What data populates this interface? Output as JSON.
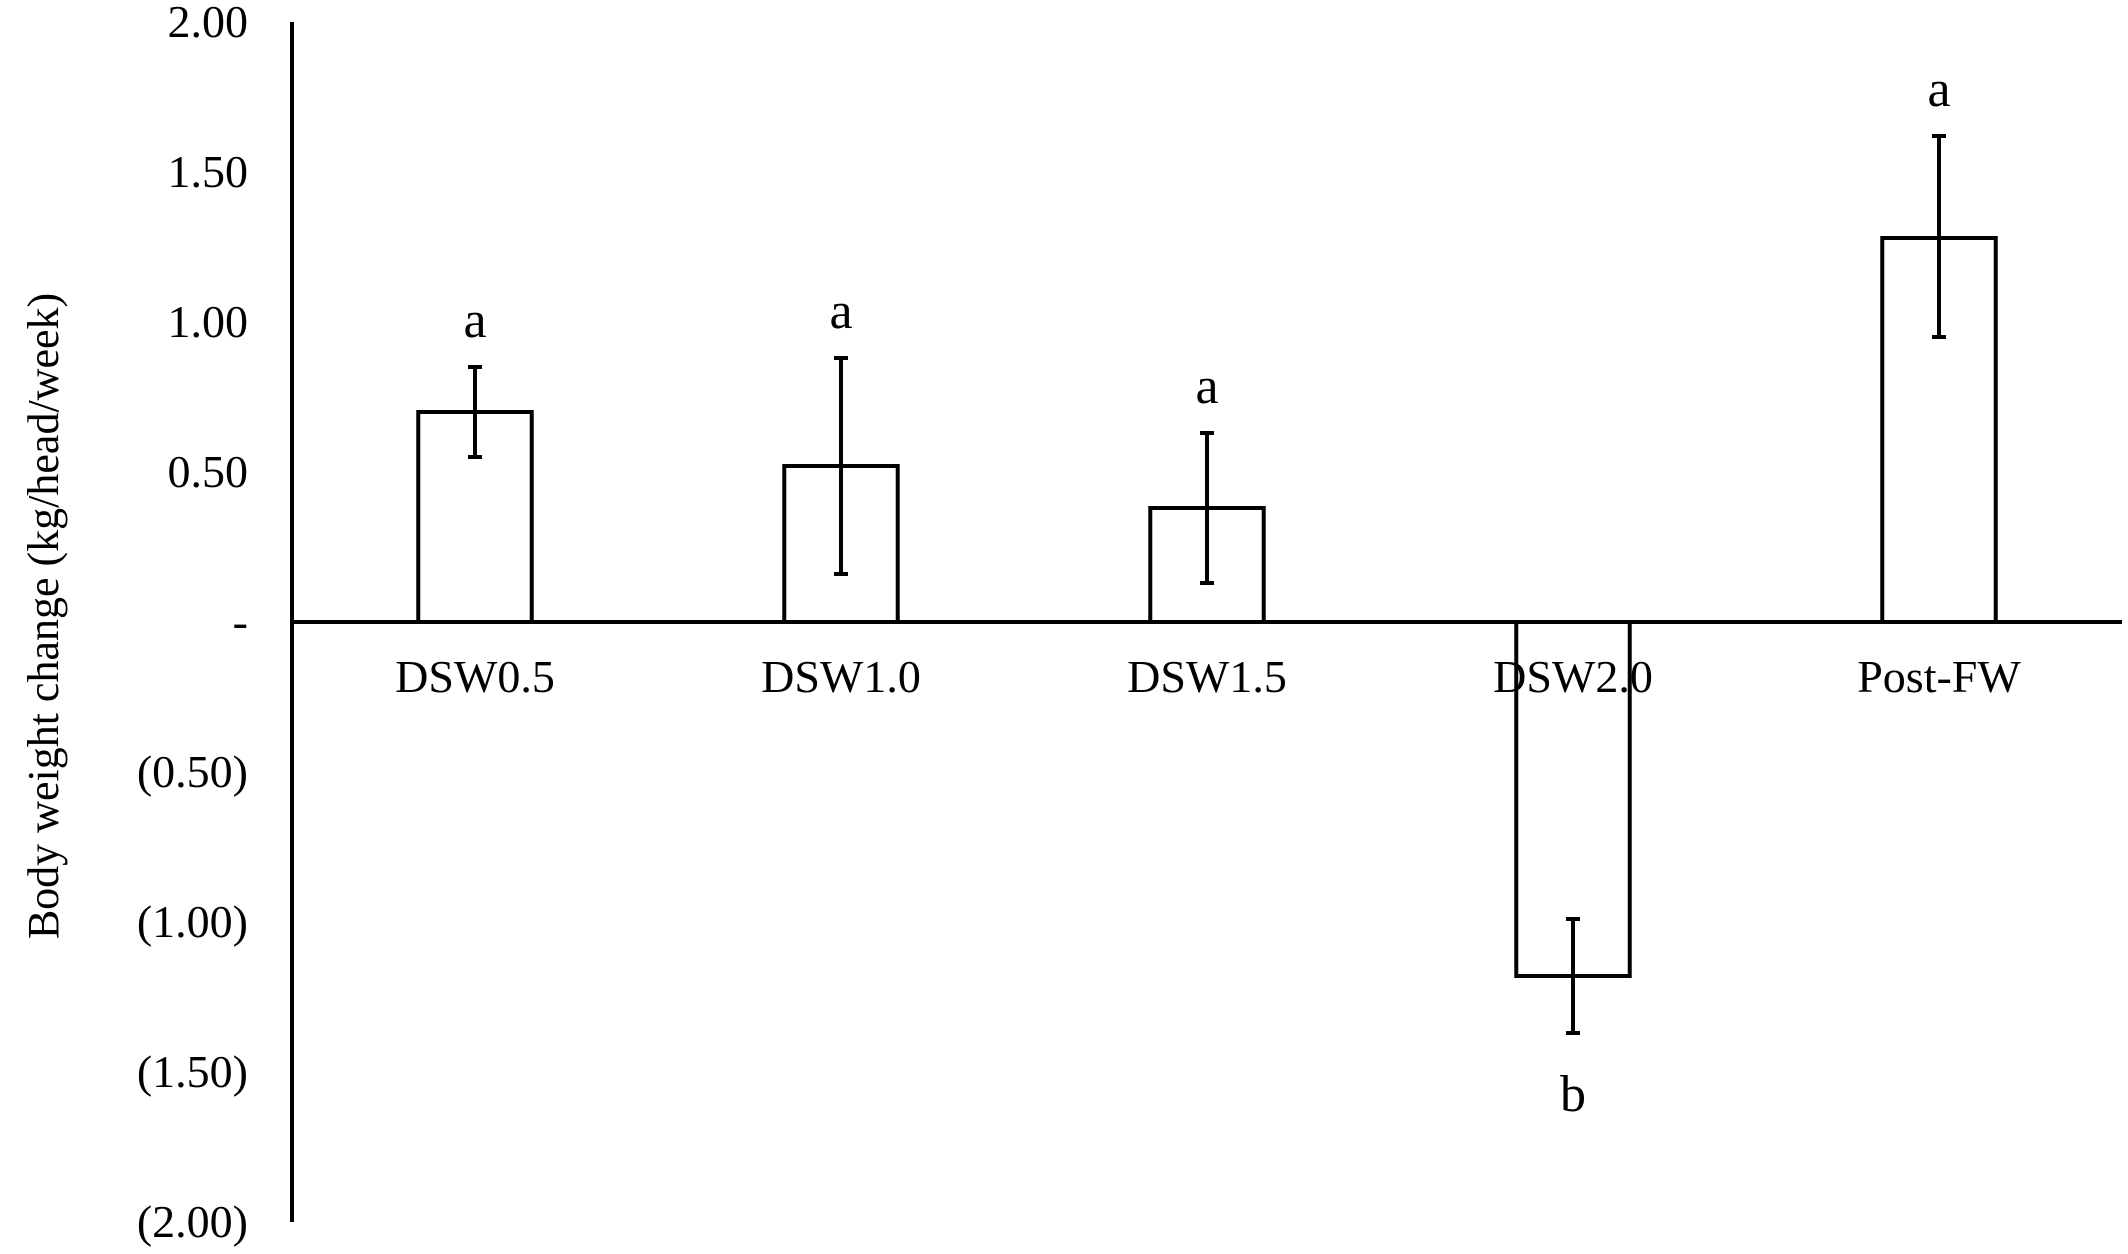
{
  "chart_data": {
    "type": "bar",
    "title": "",
    "xlabel": "",
    "ylabel": "Body weight change (kg/head/week)",
    "categories": [
      "DSW0.5",
      "DSW1.0",
      "DSW1.5",
      "DSW2.0",
      "Post-FW"
    ],
    "values": [
      0.7,
      0.52,
      0.38,
      -1.18,
      1.28
    ],
    "error_low": [
      0.55,
      0.16,
      0.13,
      -1.37,
      0.95
    ],
    "error_high": [
      0.85,
      0.88,
      0.63,
      -0.99,
      1.62
    ],
    "significance": [
      "a",
      "a",
      "a",
      "b",
      "a"
    ],
    "ylim": [
      -2.0,
      2.0
    ],
    "yticks": [
      2.0,
      1.5,
      1.0,
      0.5,
      0,
      -0.5,
      -1.0,
      -1.5,
      -2.0
    ],
    "ytick_labels": [
      "2.00",
      "1.50",
      "1.00",
      "0.50",
      "-",
      "(0.50)",
      "(1.00)",
      "(1.50)",
      "(2.00)"
    ],
    "grid": false,
    "legend": "none",
    "colors": {
      "bar_fill": "#ffffff",
      "bar_stroke": "#000000",
      "axis": "#000000"
    }
  }
}
